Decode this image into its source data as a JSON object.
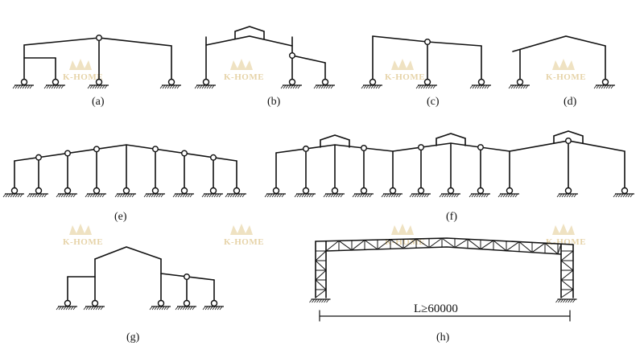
{
  "labels": {
    "a": "(a)",
    "b": "(b)",
    "c": "(c)",
    "d": "(d)",
    "e": "(e)",
    "f": "(f)",
    "g": "(g)",
    "h": "(h)"
  },
  "dimension": "L≥60000",
  "watermark": "K-HOME",
  "colors": {
    "line": "#111111",
    "watermark": "#e6d3a8"
  }
}
